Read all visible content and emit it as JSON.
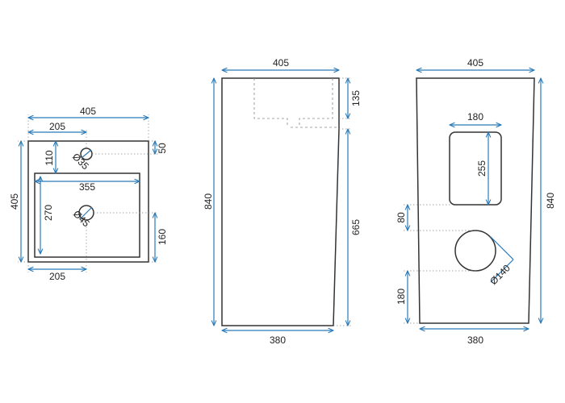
{
  "colors": {
    "outline": "#333333",
    "dimension": "#2a7ab8",
    "background": "#ffffff"
  },
  "top_view": {
    "overall_width": "405",
    "tap_hole_offset_x": "205",
    "overall_depth": "405",
    "tap_hole_offset_y": "110",
    "tap_hole_offset_back": "50",
    "tap_hole_diameter": "Ø35",
    "basin_width": "355",
    "basin_depth": "270",
    "drain_diameter": "Ø45",
    "drain_offset_front": "160",
    "drain_offset_x": "205"
  },
  "front_view": {
    "top_width": "405",
    "basin_depth": "135",
    "total_height": "840",
    "pedestal_height": "665",
    "bottom_width": "380"
  },
  "back_view": {
    "top_width": "405",
    "service_opening_width": "180",
    "service_opening_height": "255",
    "total_height": "840",
    "gap": "80",
    "pipe_hole_diameter": "Ø140",
    "pipe_hole_height": "180",
    "bottom_width": "380"
  }
}
